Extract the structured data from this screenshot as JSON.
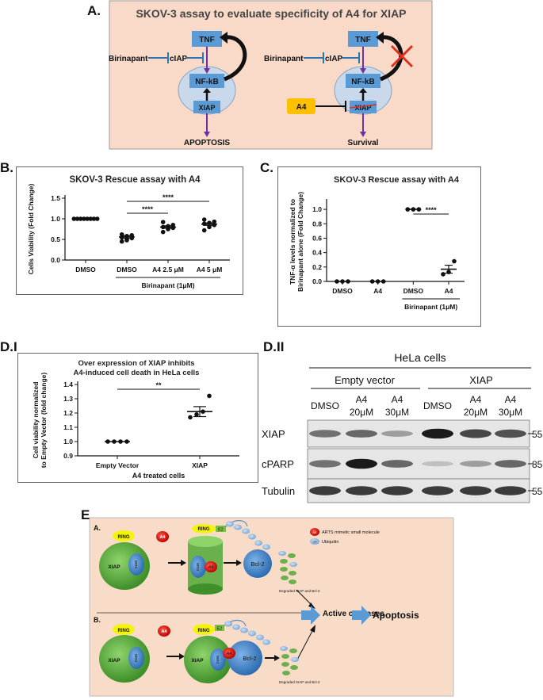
{
  "panelA": {
    "label": "A.",
    "title": "SKOV-3 assay to evaluate specificity of A4 for XIAP",
    "colors": {
      "background": "#f9d9c8",
      "box": "#5b9bd5",
      "cell": "#c9d8ea",
      "arrow": "#7030a0",
      "inhibit": "#2e75b6",
      "a4": "#ffc000",
      "cross": "#e03020"
    },
    "left": {
      "tnf": "TNF",
      "nfkb": "NF-kB",
      "xiap": "XIAP",
      "ciap": "cIAP",
      "birinapant": "Birinapant",
      "outcome": "APOPTOSIS"
    },
    "right": {
      "tnf": "TNF",
      "nfkb": "NF-kB",
      "xiap": "XIAP",
      "ciap": "cIAP",
      "birinapant": "Birinapant",
      "a4": "A4",
      "outcome": "Survival"
    }
  },
  "panelB": {
    "label": "B.",
    "chart_data": {
      "type": "scatter",
      "title": "SKOV-3 Rescue assay with A4",
      "ylabel": "Cells Viability (Fold Change)",
      "ylim": [
        0,
        1.5
      ],
      "yticks": [
        "0.0",
        "0.5",
        "1.0",
        "1.5"
      ],
      "categories": [
        "DMSO",
        "DMSO",
        "A4 2.5 μM",
        "A4 5 μM"
      ],
      "group_label": "Birinapant (1μM)",
      "points": [
        [
          1,
          1,
          1,
          1,
          1,
          1,
          1,
          1
        ],
        [
          0.45,
          0.5,
          0.53,
          0.55,
          0.58,
          0.6,
          0.62,
          0.48
        ],
        [
          0.68,
          0.75,
          0.78,
          0.8,
          0.82,
          0.85,
          0.92
        ],
        [
          0.72,
          0.8,
          0.85,
          0.88,
          0.9,
          0.93,
          0.98
        ]
      ],
      "means": [
        1.0,
        0.56,
        0.8,
        0.87
      ],
      "sems": [
        0,
        0.03,
        0.03,
        0.03
      ],
      "significance": [
        {
          "from": 1,
          "to": 2,
          "label": "****"
        },
        {
          "from": 1,
          "to": 3,
          "label": "****"
        }
      ]
    }
  },
  "panelC": {
    "label": "C.",
    "chart_data": {
      "type": "scatter",
      "title": "SKOV-3 Rescue assay with A4",
      "ylabel": "TNF-α levels normalized to Birinapant alone (Fold Change)",
      "ylim": [
        0,
        1.1
      ],
      "yticks": [
        "0.0",
        "0.2",
        "0.4",
        "0.6",
        "0.8",
        "1.0"
      ],
      "categories": [
        "DMSO",
        "A4",
        "DMSO",
        "A4"
      ],
      "group_label": "Birinapant (1μM)",
      "points": [
        [
          0,
          0,
          0
        ],
        [
          0,
          0,
          0
        ],
        [
          1,
          1,
          1
        ],
        [
          0.1,
          0.13,
          0.28
        ]
      ],
      "means": [
        0,
        0,
        1.0,
        0.17
      ],
      "sems": [
        0,
        0,
        0,
        0.055
      ],
      "significance": [
        {
          "from": 2,
          "to": 3,
          "label": "****"
        }
      ]
    }
  },
  "panelDI": {
    "label": "D.I",
    "chart_data": {
      "type": "scatter",
      "title": "Over expression of XIAP inhibits A4-induced cell death in HeLa cells",
      "ylabel": "Cell viability normalized to Empty Vector (fold change)",
      "xlabel": "A4 treated cells",
      "ylim": [
        0.9,
        1.4
      ],
      "yticks": [
        "0.9",
        "1.0",
        "1.1",
        "1.2",
        "1.3",
        "1.4"
      ],
      "categories": [
        "Empty Vector",
        "XIAP"
      ],
      "points": [
        [
          1,
          1,
          1,
          1
        ],
        [
          1.17,
          1.19,
          1.21,
          1.32
        ]
      ],
      "means": [
        1.0,
        1.21
      ],
      "sems": [
        0,
        0.035
      ],
      "significance": [
        {
          "from": 0,
          "to": 1,
          "label": "**"
        }
      ]
    }
  },
  "panelDII": {
    "label": "D.II",
    "header": "HeLa cells",
    "groups": [
      "Empty vector",
      "XIAP"
    ],
    "lanes": [
      {
        "top": "DMSO",
        "bottom": ""
      },
      {
        "top": "A4",
        "bottom": "20μM"
      },
      {
        "top": "A4",
        "bottom": "30μM"
      },
      {
        "top": "DMSO",
        "bottom": ""
      },
      {
        "top": "A4",
        "bottom": "20μM"
      },
      {
        "top": "A4",
        "bottom": "30μM"
      }
    ],
    "blots": [
      {
        "name": "XIAP",
        "mw": "55",
        "intensity": [
          0.55,
          0.6,
          0.35,
          0.95,
          0.75,
          0.7
        ]
      },
      {
        "name": "cPARP",
        "mw": "85",
        "intensity": [
          0.55,
          0.95,
          0.6,
          0.2,
          0.35,
          0.6
        ]
      },
      {
        "name": "Tubulin",
        "mw": "55",
        "intensity": [
          0.8,
          0.8,
          0.8,
          0.8,
          0.8,
          0.8
        ]
      }
    ]
  },
  "panelE": {
    "label": "E.",
    "colors": {
      "background": "#f9dcc8",
      "xiap": "#6ab04c",
      "bir3": "#4a90d9",
      "ring": "#f4f40a",
      "a4": "#e02020",
      "e2": "#7bc043",
      "ub": "#9fc3e8",
      "bcl2": "#3d85c6",
      "arrow": "#5b9bd5"
    },
    "rowA": {
      "label": "A.",
      "ring": "RING",
      "a4": "A4",
      "xiap": "XIAP",
      "bir3": "BIR3",
      "e2": "E2",
      "bcl2": "Bcl-2"
    },
    "rowB": {
      "label": "B.",
      "ring": "RING",
      "a4": "A4",
      "xiap": "XIAP",
      "bir3": "BIR3",
      "e2": "E2",
      "bcl2": "Bcl-2"
    },
    "ub": "Ub",
    "legend": {
      "a4": "ARTS mimetic small molecule",
      "ub": "Ubiquitin"
    },
    "degraded": "Degraded XIAP and Bcl-2",
    "caspases": "Active caspases",
    "apoptosis": "Apoptosis"
  }
}
